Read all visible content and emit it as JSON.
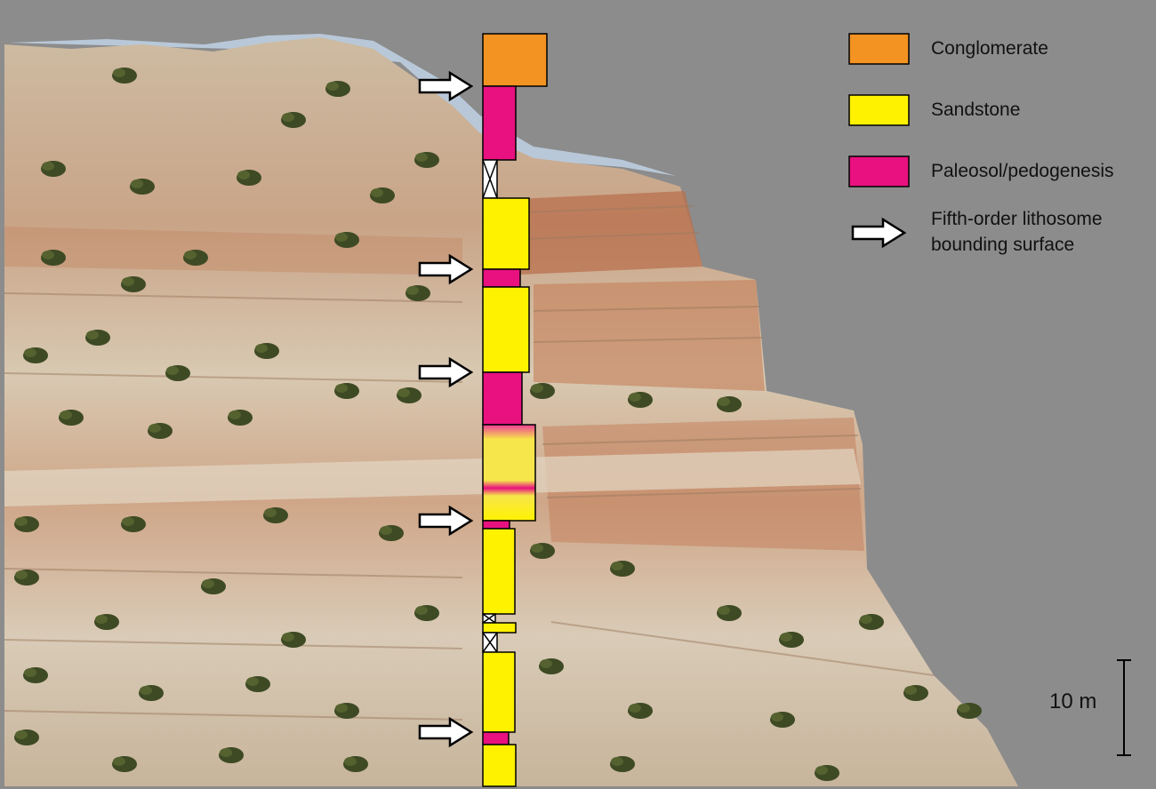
{
  "legend": {
    "conglomerate": {
      "label": "Conglomerate",
      "color": "#f39322"
    },
    "sandstone": {
      "label": "Sandstone",
      "color": "#fff200"
    },
    "paleosol": {
      "label": "Paleosol/pedogenesis",
      "color": "#e8117f"
    },
    "surface": {
      "label_line1": "Fifth-order lithosome",
      "label_line2": "bounding surface",
      "icon": "white-arrow-icon"
    }
  },
  "scale_bar": {
    "label": "10 m"
  },
  "colors": {
    "background": "#8c8c8c",
    "sky": "#b8c8d8",
    "rock_light": "#d6c3aa",
    "rock_red": "#c48a66",
    "vegetation": "#3e4a24"
  },
  "column": {
    "units_top_to_bottom": [
      "conglomerate",
      "paleosol",
      "covered",
      "sandstone",
      "paleosol",
      "sandstone",
      "paleosol",
      "sandstone-with-paleosol-band",
      "paleosol",
      "sandstone",
      "covered",
      "sandstone",
      "covered",
      "sandstone",
      "paleosol",
      "sandstone"
    ],
    "bounding_surface_count": 5
  }
}
